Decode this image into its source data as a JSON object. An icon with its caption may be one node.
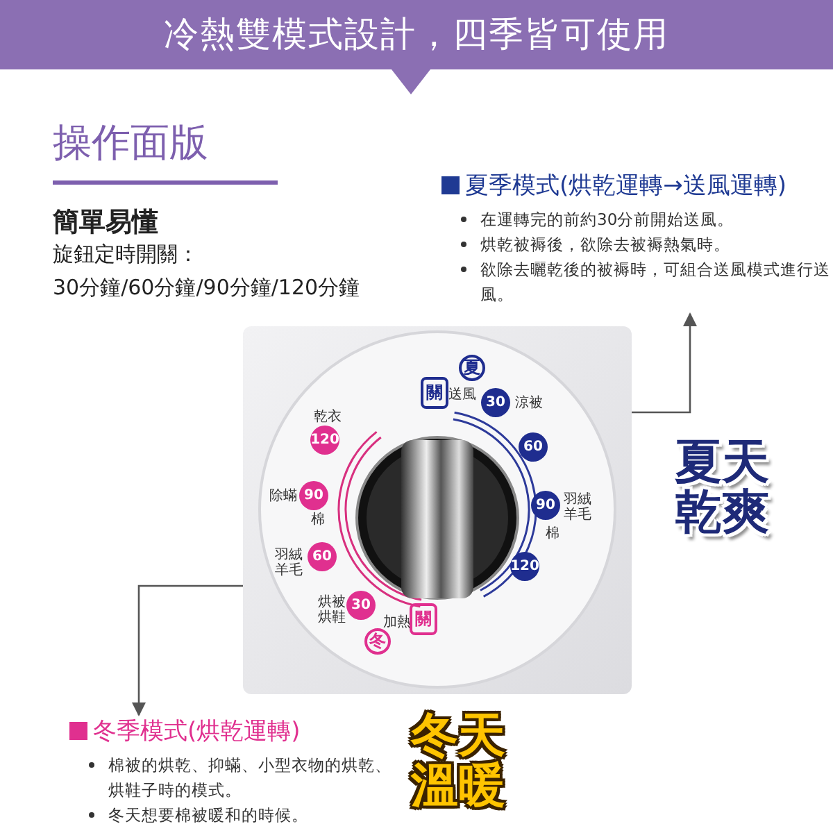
{
  "diagram": {
    "title": "冷熱雙模式設計，四季皆可使用",
    "nodes": [
      {
        "text": [
          "夏季模式(烘乾運轉→送風運轉)",
          "在運轉完的前約30分前開始送風。",
          "烘乾被褥後，欲除去被褥熱氣時。",
          "欲除去曬乾後的被褥時，可組合送風模式進行送風。"
        ]
      },
      {
        "text": [],
        "shape": "picture"
      },
      {
        "text": [
          "冬季模式(烘乾運轉)",
          "棉被的烘乾、抑蟎、小型衣物的烘乾、烘鞋子時的模式。",
          "冬天想要棉被暖和的時候。"
        ]
      }
    ],
    "edges": [
      {
        "from": 1,
        "to": 0,
        "arrow": "to"
      },
      {
        "from": 1,
        "to": 2,
        "arrow": "to"
      }
    ],
    "labels": [
      "操作面版",
      "簡單易懂",
      "旋鈕定時開關：",
      "30分鐘/60分鐘/90分鐘/120分鐘",
      "夏",
      "關",
      "送風",
      "30",
      "涼被",
      "60",
      "90",
      "羽絨羊毛",
      "棉",
      "120",
      "乾衣",
      "120",
      "除蟎",
      "90",
      "棉",
      "60",
      "羽絨羊毛",
      "30",
      "烘被烘鞋",
      "加熱",
      "關",
      "冬",
      "夏天乾爽",
      "冬天溫暖"
    ]
  }
}
